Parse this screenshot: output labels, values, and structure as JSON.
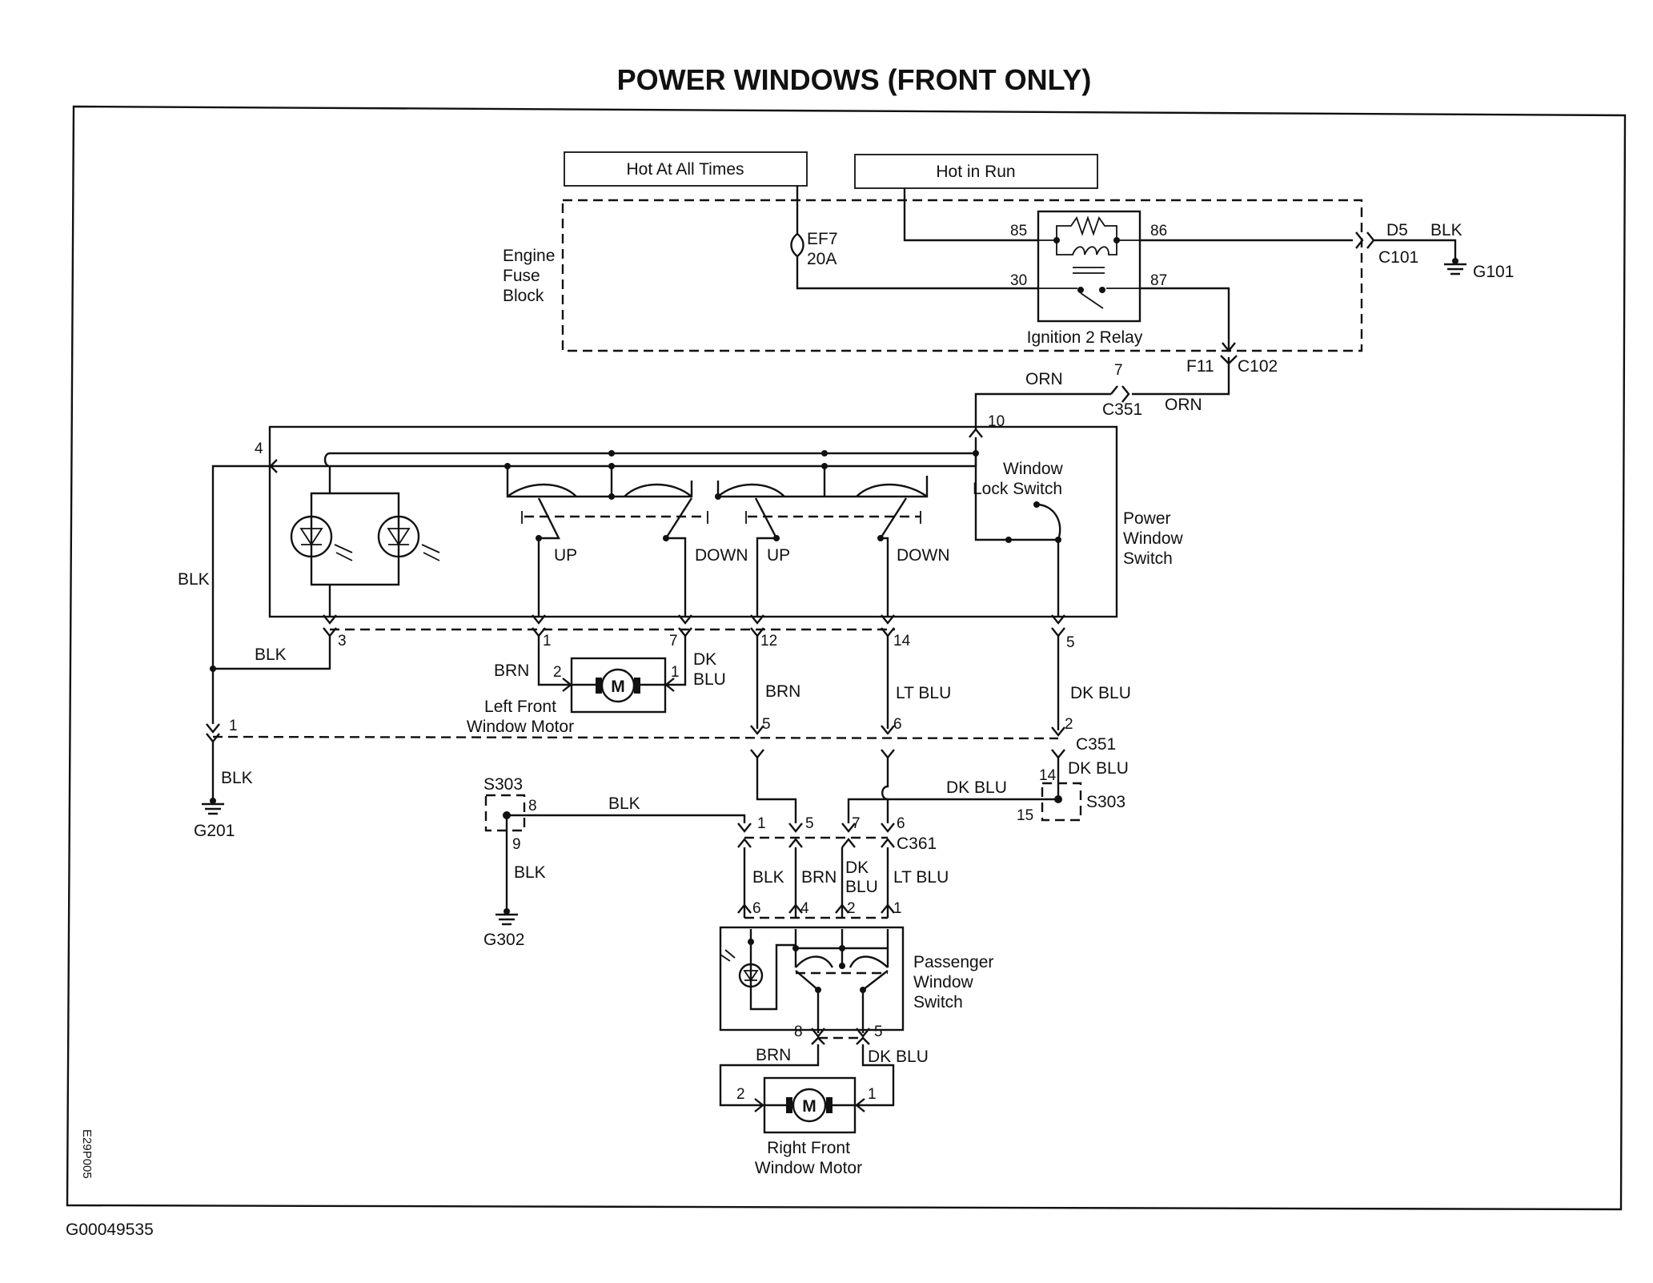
{
  "title": "POWER WINDOWS (FRONT ONLY)",
  "power_labels": {
    "hot_all_times": "Hot At All Times",
    "hot_in_run": "Hot in Run"
  },
  "fuse_block": {
    "line1": "Engine",
    "line2": "Fuse",
    "line3": "Block",
    "fuse_id": "EF7",
    "fuse_rating": "20A"
  },
  "relay": {
    "name": "Ignition 2 Relay",
    "pin85": "85",
    "pin86": "86",
    "pin30": "30",
    "pin87": "87"
  },
  "connectors": {
    "d5": "D5",
    "c101": "C101",
    "f11": "F11",
    "c102": "C102",
    "c351_a": "C351",
    "c351_b": "C351",
    "c361": "C361",
    "s303_left": "S303",
    "s303_right": "S303"
  },
  "grounds": {
    "g101": "G101",
    "g201": "G201",
    "g302": "G302"
  },
  "wires": {
    "blk": "BLK",
    "orn": "ORN",
    "brn": "BRN",
    "dk": "DK",
    "blu": "BLU",
    "dk_blu": "DK BLU",
    "lt_blu": "LT BLU"
  },
  "pins": {
    "p1": "1",
    "p2": "2",
    "p3": "3",
    "p4": "4",
    "p5": "5",
    "p6": "6",
    "p7": "7",
    "p8": "8",
    "p9": "9",
    "p10": "10",
    "p12": "12",
    "p14": "14",
    "p15": "15"
  },
  "power_window_switch": {
    "line1": "Power",
    "line2": "Window",
    "line3": "Switch",
    "up": "UP",
    "down": "DOWN"
  },
  "window_lock_switch": {
    "line1": "Window",
    "line2": "Lock Switch"
  },
  "left_motor": {
    "line1": "Left Front",
    "line2": "Window Motor",
    "symbol": "M"
  },
  "passenger_switch": {
    "line1": "Passenger",
    "line2": "Window",
    "line3": "Switch"
  },
  "right_motor": {
    "line1": "Right Front",
    "line2": "Window Motor",
    "symbol": "M"
  },
  "side_code": "E29P005",
  "footer_code": "G00049535"
}
